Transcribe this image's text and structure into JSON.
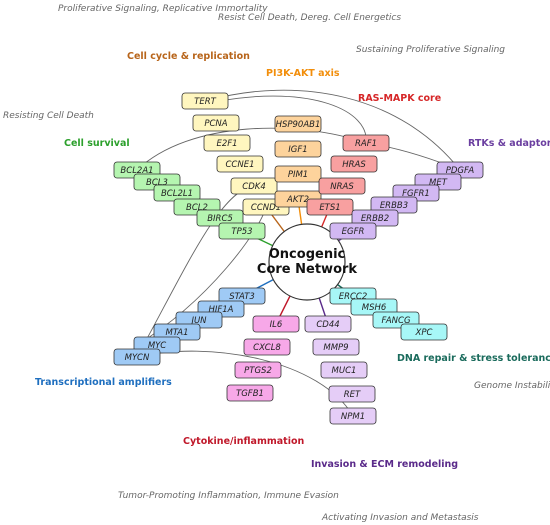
{
  "center_label": [
    "Oncogenic",
    "Core Network"
  ],
  "hallmarks": [
    "Proliferative Signaling, Replicative Immortality",
    "Resist Cell Death, Dereg. Cell Energetics",
    "Sustaining Proliferative Signaling",
    "Resisting Cell Death",
    "Genome Instability",
    "Tumor-Promoting Inflammation, Immune Evasion",
    "Activating Invasion and Metastasis"
  ],
  "clusters": [
    {
      "id": "cellcycle",
      "name": "Cell cycle & replication",
      "color": "#b8651b",
      "fill": "#fff6bf",
      "stroke": "#333333",
      "genes": [
        "TERT",
        "PCNA",
        "E2F1",
        "CCNE1",
        "CDK4",
        "CCND1"
      ]
    },
    {
      "id": "pi3k",
      "name": "PI3K-AKT axis",
      "color": "#f28e0b",
      "fill": "#fdd39c",
      "stroke": "#333333",
      "genes": [
        "HSP90AB1",
        "IGF1",
        "PIM1",
        "AKT2"
      ]
    },
    {
      "id": "rasmapk",
      "name": "RAS-MAPK core",
      "color": "#d62728",
      "fill": "#f8a0a0",
      "stroke": "#333333",
      "genes": [
        "RAF1",
        "HRAS",
        "NRAS",
        "ETS1"
      ]
    },
    {
      "id": "rtk",
      "name": "RTKs & adaptors",
      "color": "#6b3fa0",
      "fill": "#d2b8f3",
      "stroke": "#333333",
      "genes": [
        "PDGFA",
        "MET",
        "FGFR1",
        "ERBB3",
        "ERBB2",
        "EGFR"
      ]
    },
    {
      "id": "survival",
      "name": "Cell survival",
      "color": "#2ca02c",
      "fill": "#b5f5b0",
      "stroke": "#333333",
      "genes": [
        "BCL2A1",
        "BCL3",
        "BCL2L1",
        "BCL2",
        "BIRC5",
        "TP53"
      ]
    },
    {
      "id": "dna",
      "name": "DNA repair & stress tolerance",
      "color": "#1a6b5c",
      "fill": "#a7f7f7",
      "stroke": "#333333",
      "genes": [
        "ERCC2",
        "MSH6",
        "FANCG",
        "XPC"
      ]
    },
    {
      "id": "transcription",
      "name": "Transcriptional amplifiers",
      "color": "#1f6fbf",
      "fill": "#9fcaf5",
      "stroke": "#333333",
      "genes": [
        "STAT3",
        "HIF1A",
        "JUN",
        "MTA1",
        "MYC",
        "MYCN"
      ]
    },
    {
      "id": "cytokine",
      "name": "Cytokine/inflammation",
      "color": "#c0182a",
      "fill": "#f7a8e8",
      "stroke": "#333333",
      "genes": [
        "IL6",
        "CXCL8",
        "PTGS2",
        "TGFB1"
      ]
    },
    {
      "id": "invasion",
      "name": "Invasion & ECM remodeling",
      "color": "#5a2a8a",
      "fill": "#e5cdf7",
      "stroke": "#333333",
      "genes": [
        "CD44",
        "MMP9",
        "MUC1",
        "RET",
        "NPM1"
      ]
    }
  ]
}
